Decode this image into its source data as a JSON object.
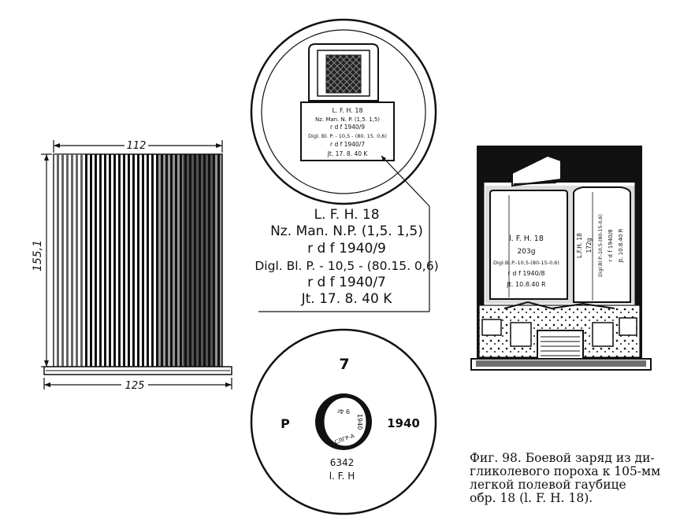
{
  "cylinder": {
    "width_dim": "112",
    "height_dim": "155,1",
    "base_dim": "125"
  },
  "top_view_label": [
    "L. F. H. 18",
    "Nz. Man. N. P. (1,5. 1,5)",
    "r d f 1940/9",
    "Digl. Bl. P. - 10,5 - (80. 15. 0,6)",
    "r d f 1940/7",
    "Jt. 17. 8. 40 K"
  ],
  "callout_label": [
    "L. F. H. 18",
    "Nz. Man. N.P. (1,5. 1,5)",
    "r d f 1940/9",
    "Digl. Bl. P. - 10,5 - (80.15. 0,6)",
    "r d f 1940/7",
    "Jt. 17. 8. 40 K"
  ],
  "bottom_view": {
    "top": "7",
    "left": "P",
    "right": "1940",
    "bottom_num": "6342",
    "bottom_name": "l. F. H",
    "center_a": "9 4r",
    "center_b": "1940",
    "center_c": "СЛГР-А"
  },
  "section_bags": {
    "left": [
      "l. F. H. 18",
      "203g",
      "Digl.Bl.P.-10,5-(80-15-0,6)",
      "r d f 1940/8",
      "Jt. 10.8.40 R"
    ],
    "right": [
      "L.F.H. 18",
      "172g",
      "Digl.Bl.P.-10,5-(80-15-0,6)",
      "r d f 1940/8",
      "Jt. 10.8.40 R"
    ]
  },
  "caption": [
    "Фиг. 98. Боевой заряд из ди-",
    "гликолевого пороха к 105-мм",
    "легкой полевой гаубице",
    "обр. 18 (l. F. H. 18)."
  ]
}
